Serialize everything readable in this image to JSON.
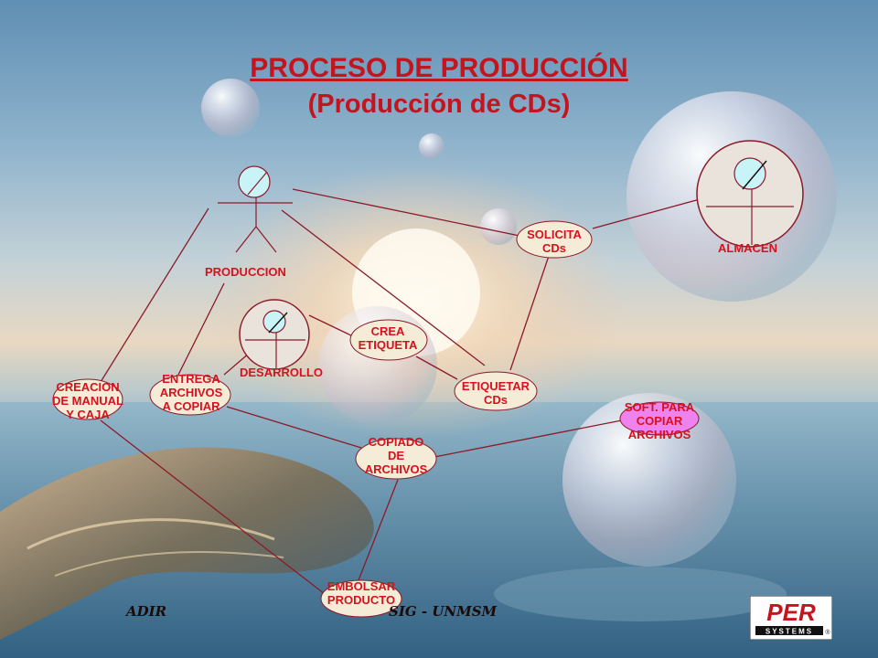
{
  "title": {
    "main": "PROCESO DE PRODUCCIÓN",
    "sub": "(Producción de CDs)"
  },
  "actors": {
    "produccion": "PRODUCCION",
    "almacen": "ALMACEN",
    "desarrollo": "DESARROLLO"
  },
  "use_cases": {
    "solicita": "SOLICITA\nCDs",
    "crea_etiqueta": "CREA\nETIQUETA",
    "etiquetar": "ETIQUETAR\nCDs",
    "creacion_manual": "CREACION\nDE MANUAL\nY CAJA",
    "entrega_archivos": "ENTREGA\nARCHIVOS\nA COPIAR",
    "copiado": "COPIADO\nDE\nARCHIVOS",
    "soft_copiar": "SOFT. PARA\nCOPIAR\nARCHIVOS",
    "embolsar": "EMBOLSAR\nPRODUCTO"
  },
  "footer": {
    "left": "ADIR",
    "right": "SIG - UNMSM"
  },
  "logo": {
    "text": "PER",
    "sub": "SYSTEMS",
    "mark": "®"
  },
  "colors": {
    "title": "#c4141d",
    "label": "#d7111e",
    "connector": "#8b1a2a",
    "ellipse_fill": "#f4ecd6",
    "ellipse_highlight": "#ee82ee"
  }
}
